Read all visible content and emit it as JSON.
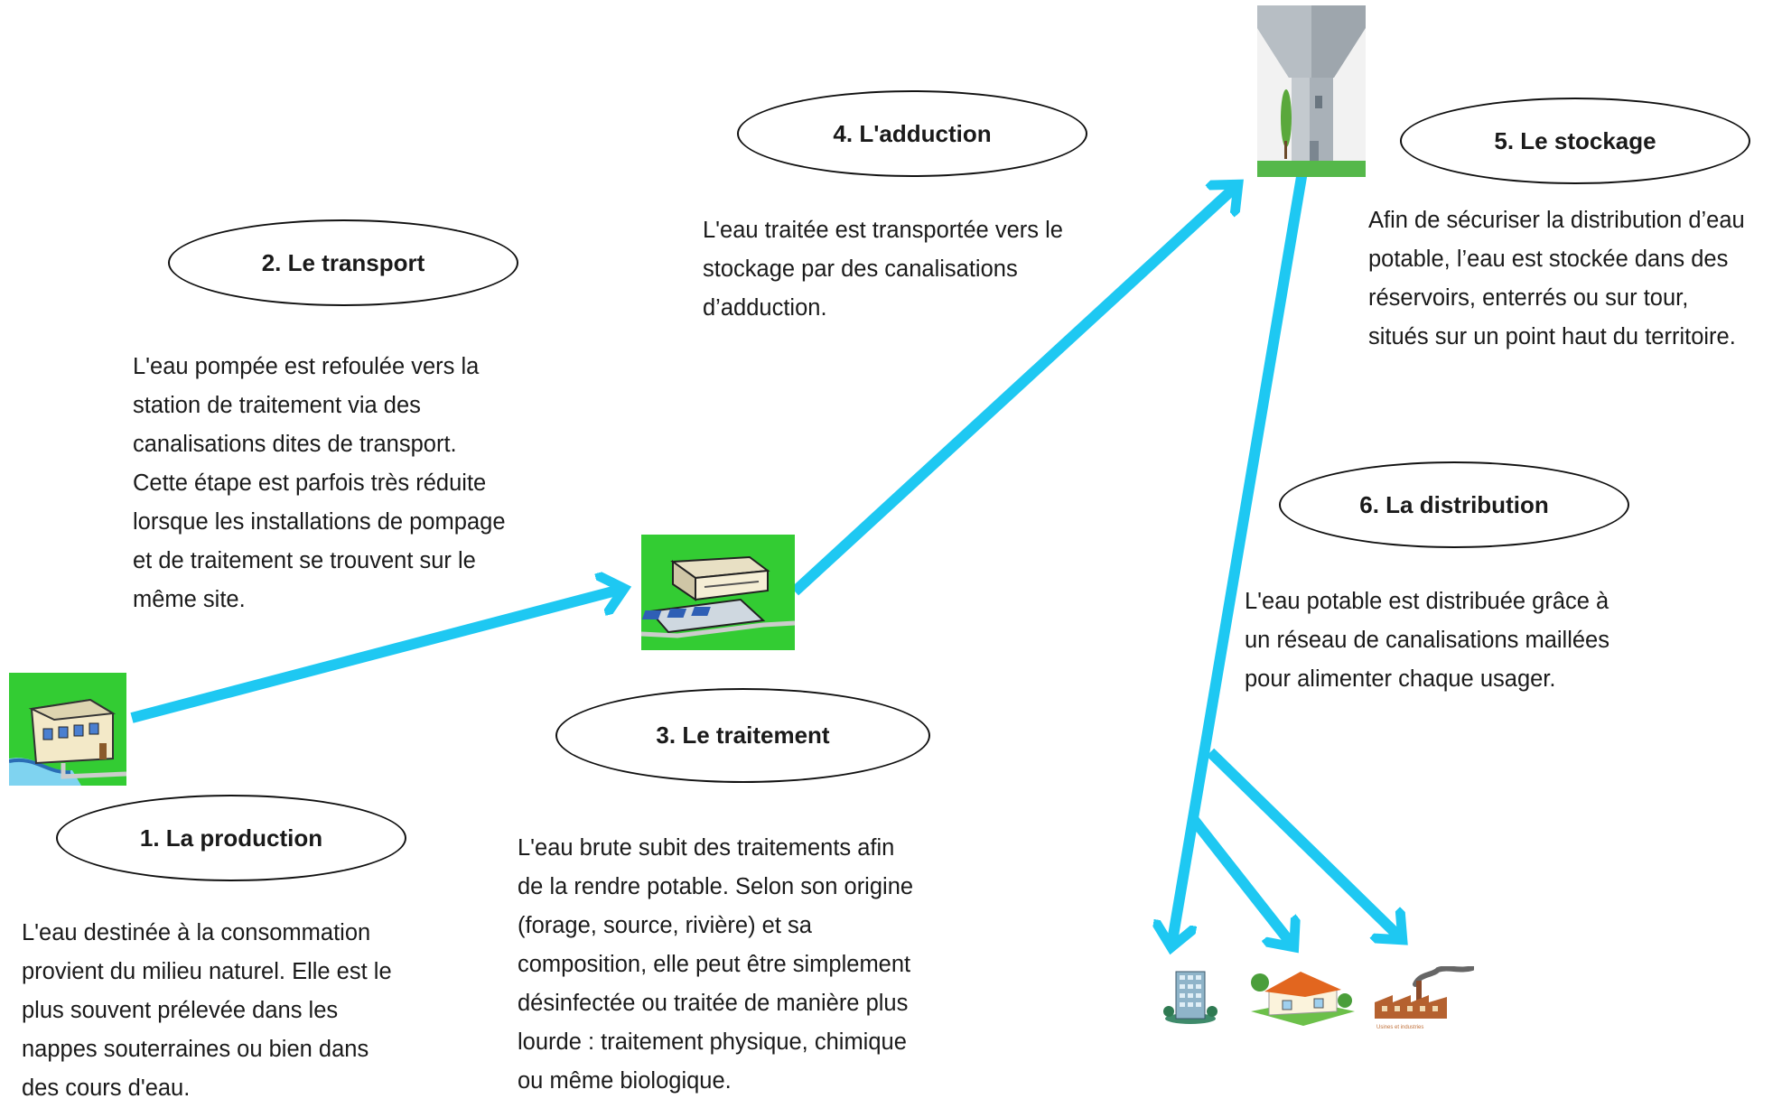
{
  "colors": {
    "arrow": "#1ec8f2",
    "grass": "#33cc33"
  },
  "steps": [
    {
      "title": "1. La production",
      "lines": [
        "L'eau destinée à la consommation",
        "provient du milieu naturel. Elle est le",
        "plus souvent prélevée dans les",
        "nappes souterraines ou bien dans",
        "des cours d'eau."
      ],
      "icon": "pumping-station-icon"
    },
    {
      "title": "2. Le transport",
      "lines": [
        "L'eau pompée est refoulée vers la",
        "station de traitement via des",
        "canalisations dites de transport.",
        "Cette étape est parfois très réduite",
        "lorsque les installations de pompage",
        "et de traitement se trouvent sur le",
        "même site."
      ]
    },
    {
      "title": "3. Le traitement",
      "lines": [
        "L'eau brute subit des traitements afin",
        "de la rendre potable. Selon son origine",
        "(forage, source, rivière) et sa",
        "composition, elle peut être simplement",
        "désinfectée ou traitée de manière plus",
        "lourde : traitement physique, chimique",
        "ou même biologique."
      ],
      "icon": "treatment-plant-icon"
    },
    {
      "title": "4. L'adduction",
      "lines": [
        "L'eau traitée est transportée vers le",
        "stockage par des canalisations",
        "d’adduction."
      ]
    },
    {
      "title": "5. Le stockage",
      "lines": [
        "Afin de sécuriser la distribution d’eau",
        "potable, l’eau est stockée dans des",
        "réservoirs, enterrés ou sur tour,",
        "situés sur un point haut du territoire."
      ],
      "icon": "water-tower-icon"
    },
    {
      "title": "6. La distribution",
      "lines": [
        "L'eau potable est distribuée grâce à",
        "un réseau de canalisations maillées",
        "pour alimenter chaque usager."
      ],
      "users": [
        "apartment-building-icon",
        "house-icon",
        "factory-icon"
      ],
      "factory_caption": "Usines et industries"
    }
  ]
}
